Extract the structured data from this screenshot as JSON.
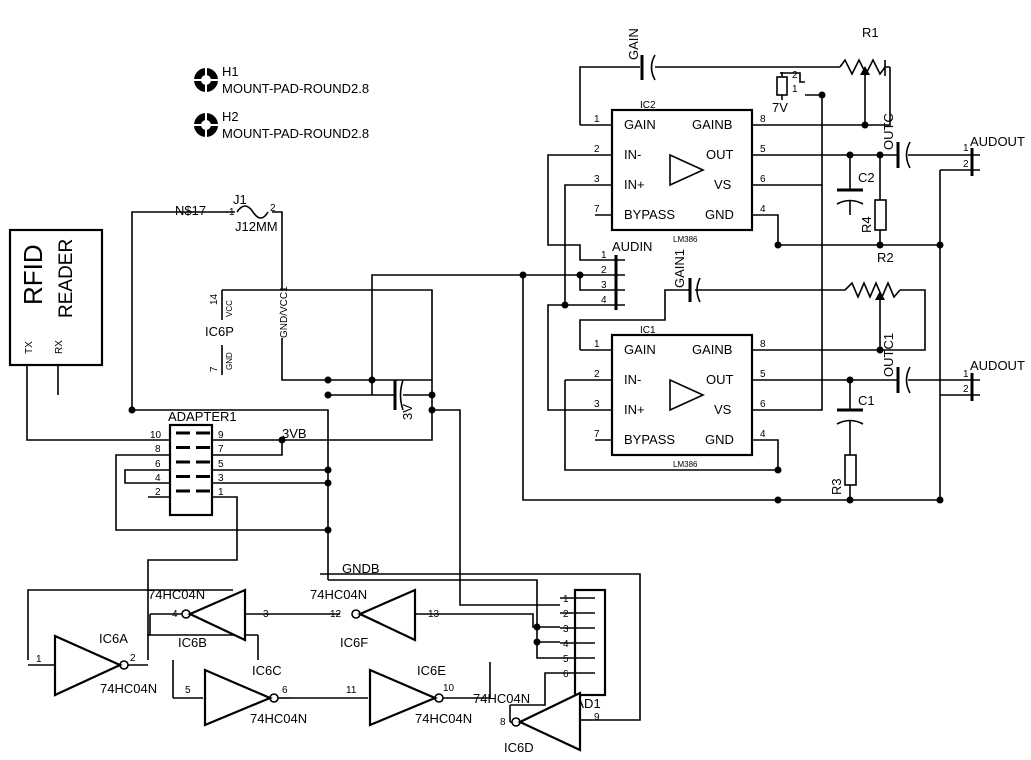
{
  "mount": {
    "h1_name": "H1",
    "h1_value": "MOUNT-PAD-ROUND2.8",
    "h2_name": "H2",
    "h2_value": "MOUNT-PAD-ROUND2.8"
  },
  "rfid": {
    "title": "RFID",
    "subtitle": "READER",
    "tx": "TX",
    "rx": "RX"
  },
  "j1": {
    "name": "J1",
    "value": "J12MM",
    "pin1": "1",
    "pin2": "2",
    "net": "N$17"
  },
  "ic6p": {
    "name": "IC6P",
    "vcc_pin": "14",
    "vcc": "VCC",
    "gnd_pin": "7",
    "gnd": "GND",
    "net": "GND/VCC1"
  },
  "battery": {
    "value": "3V"
  },
  "adapter": {
    "name": "ADAPTER1",
    "left_pins": [
      "10",
      "8",
      "6",
      "4",
      "2"
    ],
    "right_pins": [
      "9",
      "7",
      "5",
      "3",
      "1"
    ],
    "net_3v": "3VB"
  },
  "gndb": "GNDB",
  "ic2": {
    "name": "IC2",
    "part": "LM386",
    "left": [
      {
        "num": "1",
        "name": "GAIN"
      },
      {
        "num": "2",
        "name": "IN-"
      },
      {
        "num": "3",
        "name": "IN+"
      },
      {
        "num": "7",
        "name": "BYPASS"
      }
    ],
    "right": [
      {
        "num": "8",
        "name": "GAINB"
      },
      {
        "num": "5",
        "name": "OUT"
      },
      {
        "num": "6",
        "name": "VS"
      },
      {
        "num": "4",
        "name": "GND"
      }
    ]
  },
  "ic1": {
    "name": "IC1",
    "part": "LM386",
    "left": [
      {
        "num": "1",
        "name": "GAIN"
      },
      {
        "num": "2",
        "name": "IN-"
      },
      {
        "num": "3",
        "name": "IN+"
      },
      {
        "num": "7",
        "name": "BYPASS"
      }
    ],
    "right": [
      {
        "num": "8",
        "name": "GAINB"
      },
      {
        "num": "5",
        "name": "OUT"
      },
      {
        "num": "6",
        "name": "VS"
      },
      {
        "num": "4",
        "name": "GND"
      }
    ]
  },
  "caps": {
    "gain": "GAIN",
    "gain1": "GAIN1",
    "outc": "OUTC",
    "outc1": "OUTC1",
    "c1": "C1",
    "c2": "C2",
    "v7": "7V",
    "v7_pin1": "1",
    "v7_pin2": "2"
  },
  "pots": {
    "r1": "R1",
    "r2": "R2"
  },
  "resistors": {
    "r3": "R3",
    "r4": "R4"
  },
  "audin": {
    "name": "AUDIN",
    "pins": [
      "1",
      "2",
      "3",
      "4"
    ]
  },
  "audout": {
    "name": "AUDOUT",
    "pin1": "1",
    "pin2": "2"
  },
  "rad1": {
    "name": "RAD1",
    "pins": [
      "1",
      "2",
      "3",
      "4",
      "5",
      "6"
    ]
  },
  "inverters": {
    "part": "74HC04N",
    "ic6a": {
      "name": "IC6A",
      "in": "1",
      "out": "2"
    },
    "ic6b": {
      "name": "IC6B",
      "in": "3",
      "out": "4"
    },
    "ic6c": {
      "name": "IC6C",
      "in": "5",
      "out": "6"
    },
    "ic6d": {
      "name": "IC6D",
      "in": "9",
      "out": "8"
    },
    "ic6e": {
      "name": "IC6E",
      "in": "11",
      "out": "10"
    },
    "ic6f": {
      "name": "IC6F",
      "in": "13",
      "out": "12"
    }
  }
}
